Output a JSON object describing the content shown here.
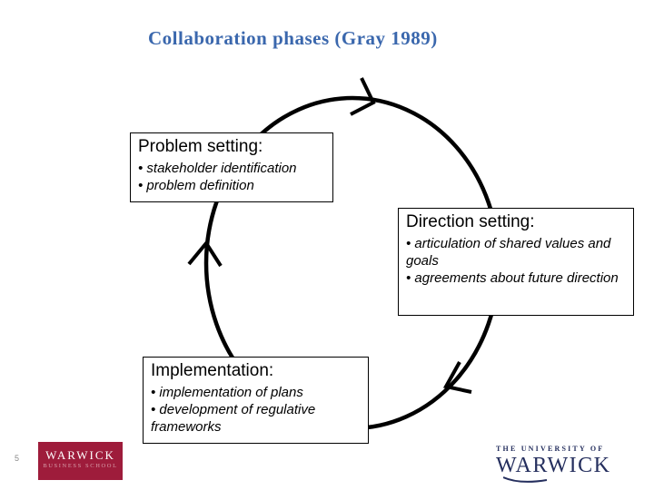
{
  "slide": {
    "title": "Collaboration phases (Gray 1989)",
    "page_number": "5"
  },
  "diagram": {
    "cycle_direction": "clockwise",
    "boxes": [
      {
        "heading": "Problem setting:",
        "bullets": [
          "• stakeholder identification",
          "• problem definition"
        ]
      },
      {
        "heading": "Direction setting:",
        "bullets": [
          "• articulation of shared values and goals",
          "• agreements about future direction"
        ]
      },
      {
        "heading": "Implementation:",
        "bullets": [
          "• implementation of plans",
          "• development of regulative frameworks"
        ]
      }
    ]
  },
  "footer": {
    "wbs_logo": {
      "line1": "WARWICK",
      "line2": "BUSINESS SCHOOL"
    },
    "uow_logo": {
      "line1": "THE UNIVERSITY OF",
      "line2": "WARWICK"
    }
  },
  "colors": {
    "title_blue": "#3a67ad",
    "wbs_maroon": "#9e1c3b",
    "wbs_subtext_pink": "#d9a0ac",
    "uow_navy": "#252f5e",
    "shape_stroke": "#000000",
    "page_number_gray": "#8a8a8a"
  }
}
